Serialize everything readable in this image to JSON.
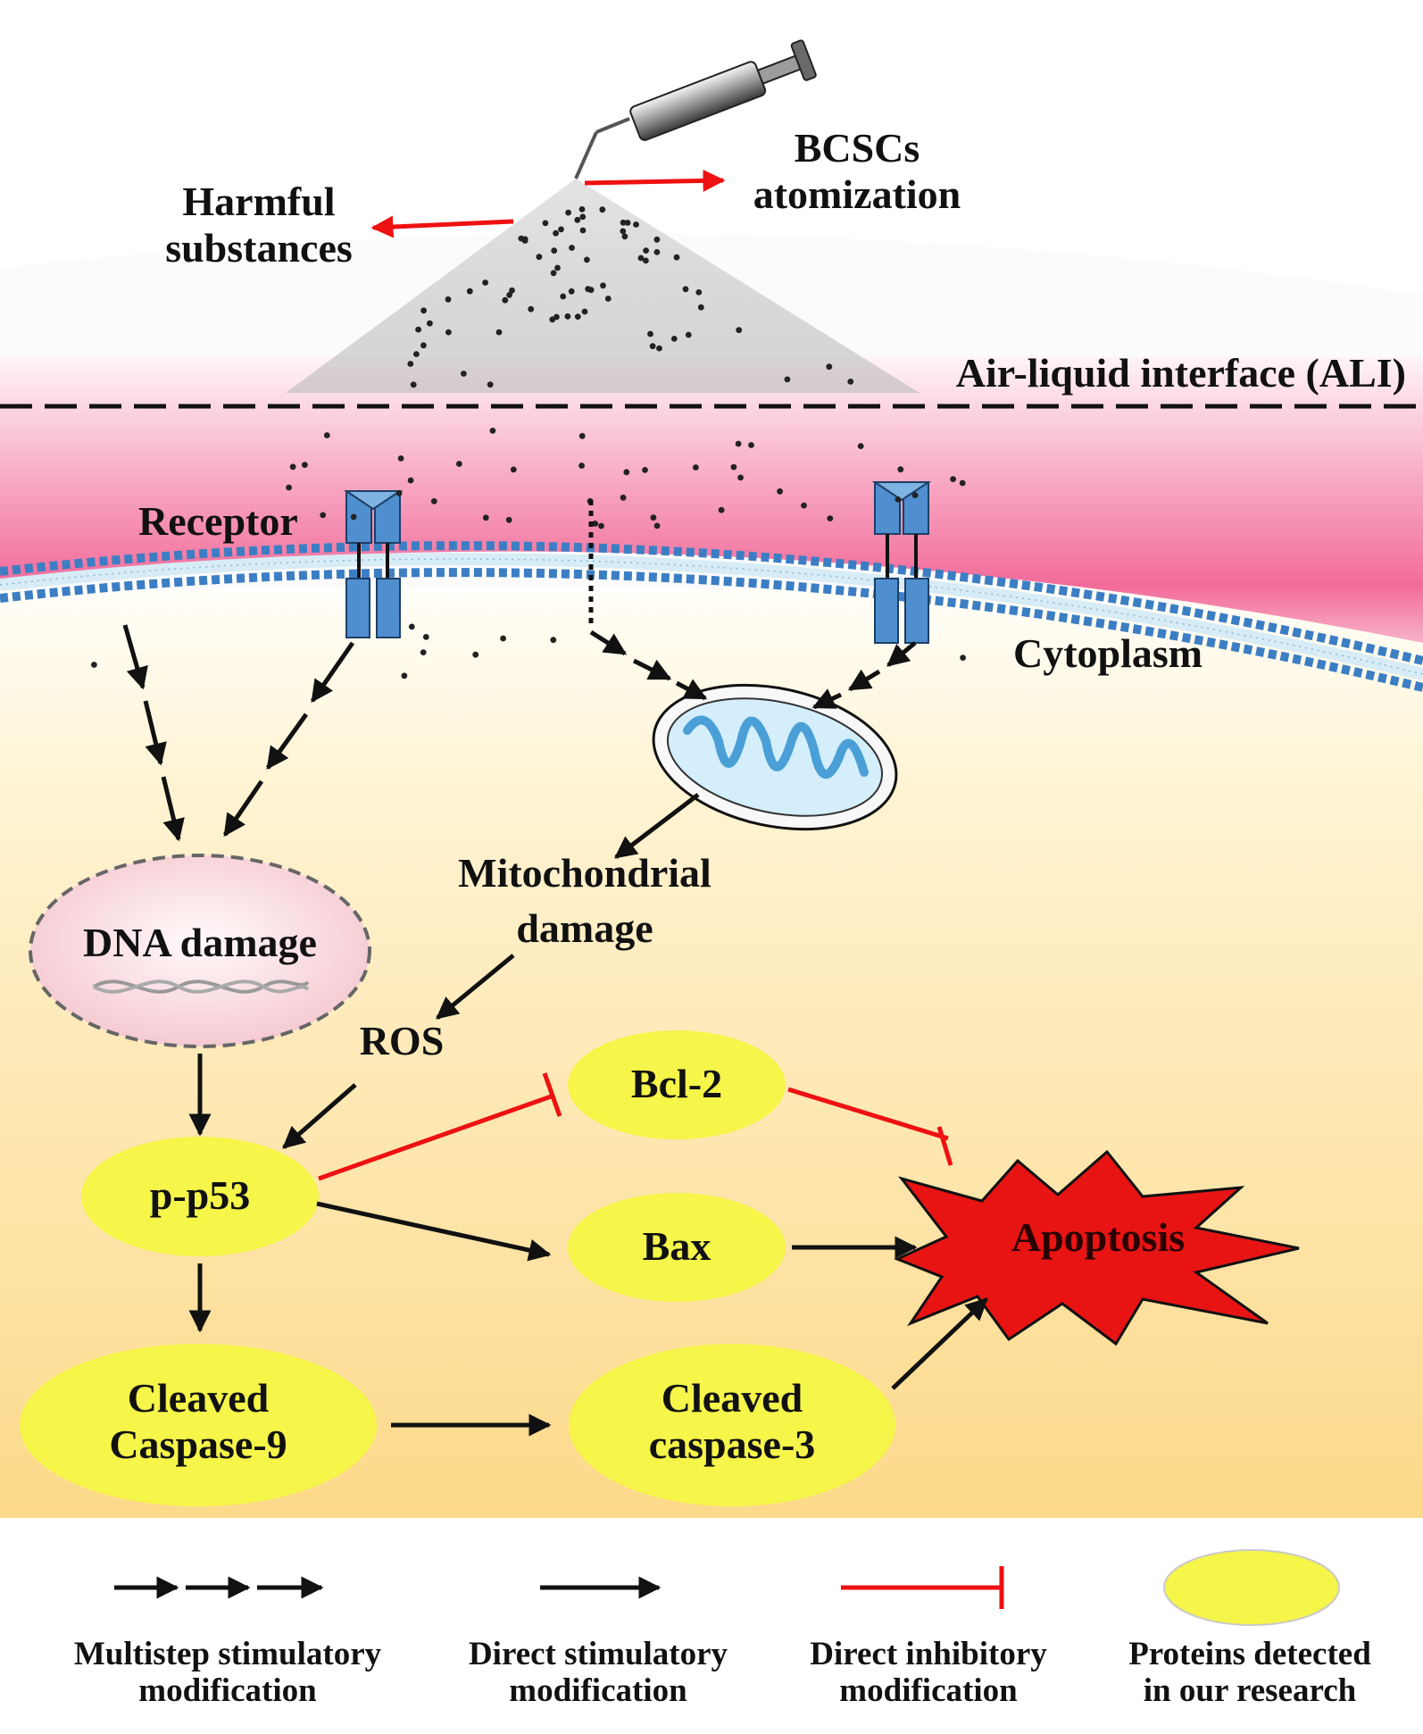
{
  "colors": {
    "membrane_pink": "#f26b9a",
    "cytoplasm_yellow": "#fcd98a",
    "protein_yellow": "#f5f54a",
    "inhibition_red": "#ee1111",
    "apoptosis_red": "#e81414",
    "receptor_blue": "#4f8fcf",
    "lipid_blue": "#3c7ec4",
    "mitochondria_blue": "#bfe3f7"
  },
  "icons": [
    "syringe-icon",
    "receptor-icon",
    "mitochondrion-icon",
    "dna-helix-icon",
    "apoptosis-burst-icon",
    "lipid-bilayer-icon"
  ],
  "labels": {
    "harmful_line1": "Harmful",
    "harmful_line2": "substances",
    "bcscs_line1": "BCSCs",
    "bcscs_line2": "atomization",
    "ali": "Air-liquid interface (ALI)",
    "receptor": "Receptor",
    "cytoplasm": "Cytoplasm",
    "mito_line1": "Mitochondrial",
    "mito_line2": "damage",
    "dna_damage": "DNA damage",
    "ros": "ROS",
    "pp53": "p-p53",
    "bcl2": "Bcl-2",
    "bax": "Bax",
    "casp9_line1": "Cleaved",
    "casp9_line2": "Caspase-9",
    "casp3_line1": "Cleaved",
    "casp3_line2": "caspase-3",
    "apoptosis": "Apoptosis"
  },
  "legend": {
    "multistep_line1": "Multistep stimulatory",
    "multistep_line2": "modification",
    "direct_stim_line1": "Direct stimulatory",
    "direct_stim_line2": "modification",
    "direct_inhib_line1": "Direct inhibitory",
    "direct_inhib_line2": "modification",
    "proteins_line1": "Proteins detected",
    "proteins_line2": "in our research"
  }
}
